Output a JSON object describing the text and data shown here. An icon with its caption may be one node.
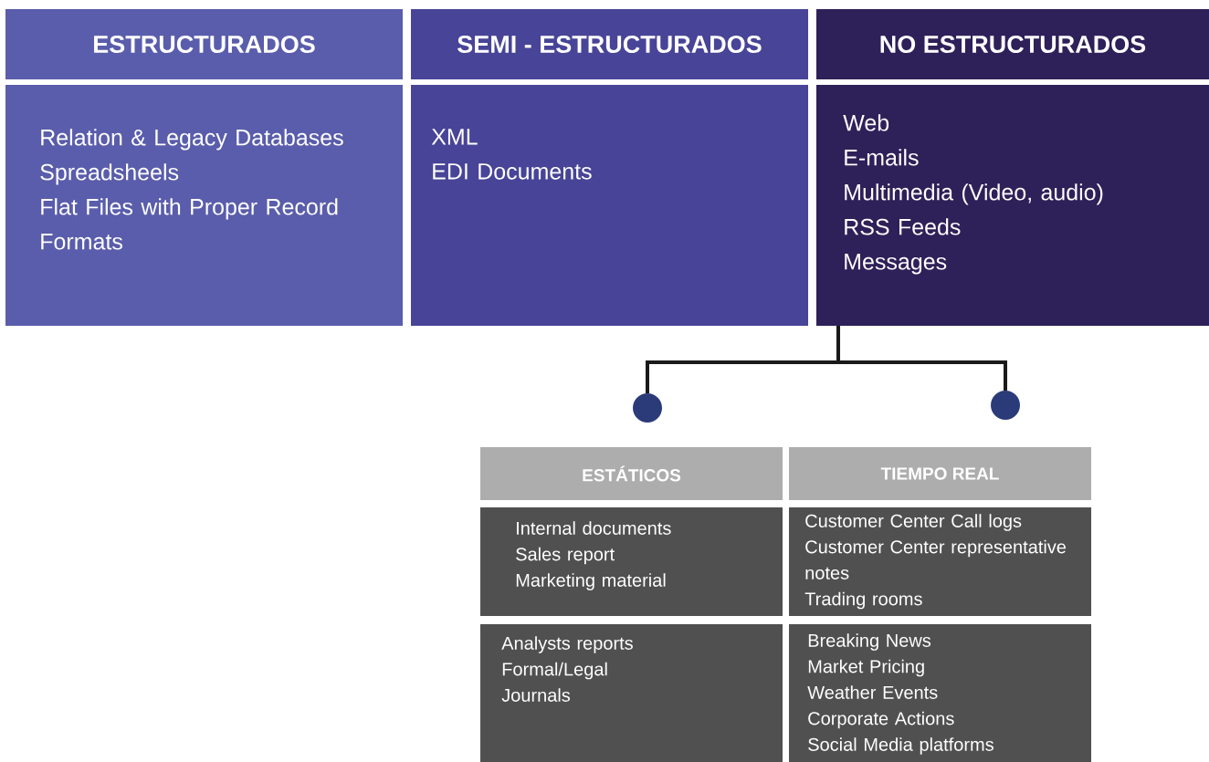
{
  "diagram": {
    "nodes": [
      {
        "text": [
          "ESTRUCTURADOS"
        ]
      },
      {
        "text": [
          "Relation & Legacy Databases",
          "Spreadsheels",
          "Flat Files with Proper Record Formats"
        ]
      },
      {
        "text": [
          "SEMI - ESTRUCTURADOS"
        ]
      },
      {
        "text": [
          "XML",
          "EDI Documents"
        ]
      },
      {
        "text": [
          "NO ESTRUCTURADOS"
        ]
      },
      {
        "text": [
          "Web",
          "E-mails",
          "Multimedia (Video, audio)",
          "RSS Feeds",
          "Messages"
        ]
      },
      {
        "text": [],
        "shape": "circle"
      },
      {
        "text": [],
        "shape": "circle"
      },
      {
        "text": [
          "ESTÁTICOS"
        ]
      },
      {
        "text": [
          "TIEMPO REAL"
        ]
      },
      {
        "text": [
          "Internal documents",
          "Sales report",
          "Marketing material"
        ]
      },
      {
        "text": [
          "Customer Center Call logs",
          "Customer Center representative notes",
          "Trading rooms"
        ]
      },
      {
        "text": [
          "Analysts reports",
          "Formal/Legal",
          "Journals"
        ]
      },
      {
        "text": [
          "Breaking News",
          "Market Pricing",
          "Weather Events",
          "Corporate Actions",
          "Social Media platforms"
        ]
      }
    ],
    "edges": [
      {
        "from": 5,
        "to": 6,
        "arrow": "none"
      },
      {
        "from": 5,
        "to": 7,
        "arrow": "none"
      }
    ]
  }
}
